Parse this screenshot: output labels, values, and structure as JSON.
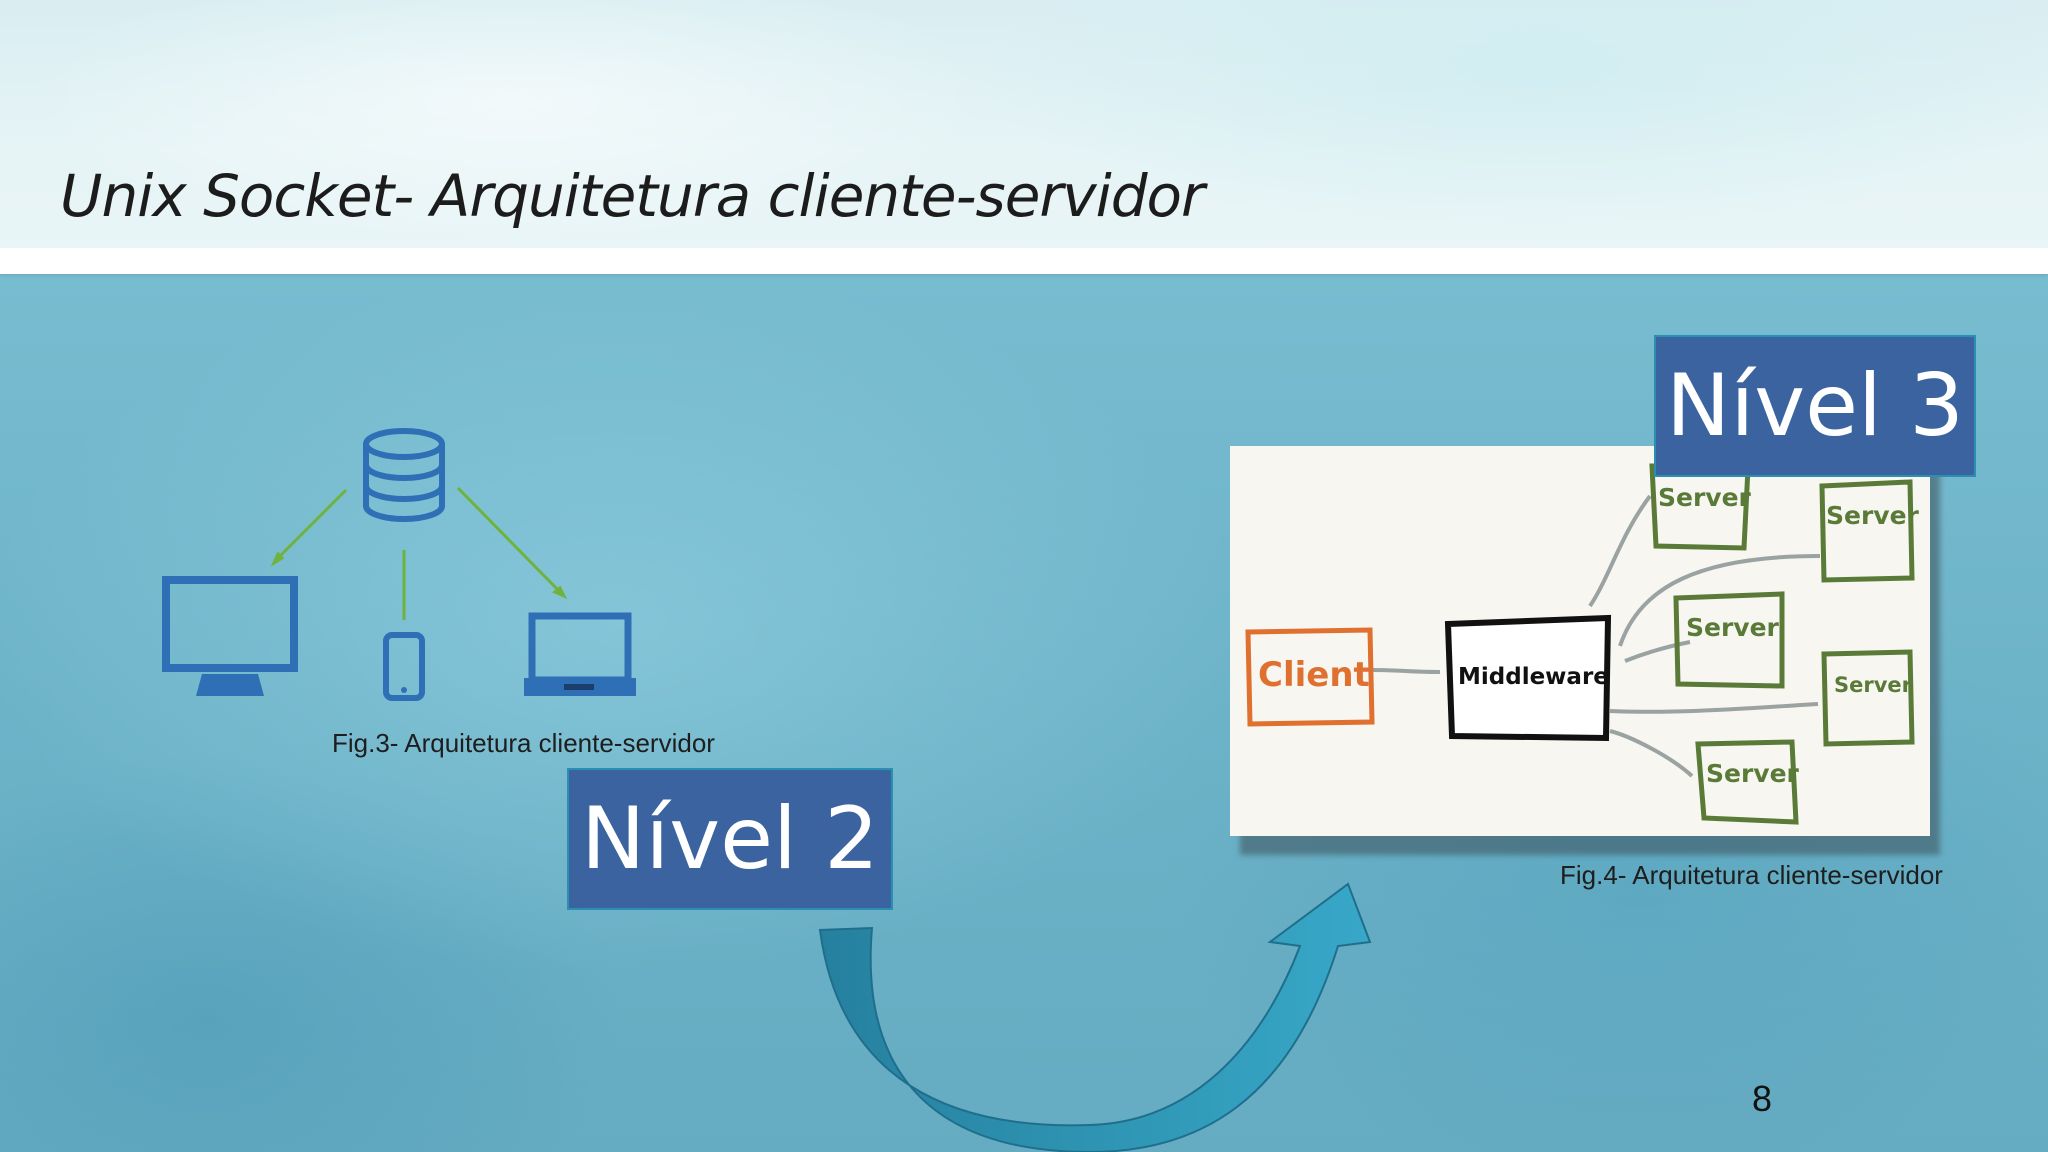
{
  "slide": {
    "title": "Unix Socket- Arquitetura cliente-servidor",
    "page_number": "8"
  },
  "figure3": {
    "caption": "Fig.3- Arquitetura cliente-servidor",
    "nodes": [
      "database-icon",
      "monitor-icon",
      "smartphone-icon",
      "laptop-icon"
    ]
  },
  "figure4": {
    "caption": "Fig.4- Arquitetura cliente-servidor",
    "client_label": "Client",
    "middleware_label": "Middleware",
    "servers": [
      "Server",
      "Server",
      "Server",
      "Server",
      "Server"
    ]
  },
  "levels": {
    "level2": "Nível 2",
    "level3": "Nível 3"
  },
  "colors": {
    "level_box": "#3a63a0",
    "icon_blue": "#2f6fb5",
    "connector_green": "#6fb33c",
    "client_orange": "#e07030",
    "server_green": "#5a7a38",
    "arrow_teal": "#2c8fb0"
  }
}
